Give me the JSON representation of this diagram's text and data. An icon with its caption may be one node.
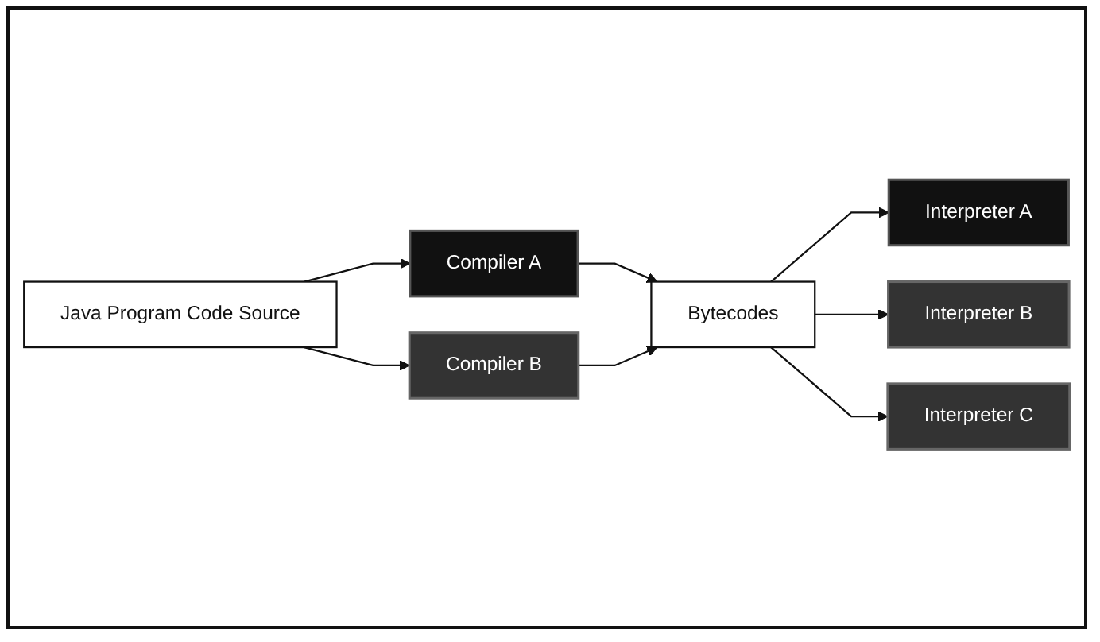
{
  "diagram": {
    "nodes": [
      {
        "text": [
          "Java Program Code Source"
        ]
      },
      {
        "text": [
          "Compiler A"
        ]
      },
      {
        "text": [
          "Compiler B"
        ]
      },
      {
        "text": [
          "Bytecodes"
        ]
      },
      {
        "text": [
          "Interpreter A"
        ]
      },
      {
        "text": [
          "Interpreter B"
        ]
      },
      {
        "text": [
          "Interpreter C"
        ]
      }
    ],
    "edges": [
      {
        "from": 0,
        "to": 1,
        "arrow": "to"
      },
      {
        "from": 0,
        "to": 2,
        "arrow": "to"
      },
      {
        "from": 1,
        "to": 3,
        "arrow": "to"
      },
      {
        "from": 2,
        "to": 3,
        "arrow": "to"
      },
      {
        "from": 3,
        "to": 4,
        "arrow": "to"
      },
      {
        "from": 3,
        "to": 5,
        "arrow": "to"
      },
      {
        "from": 3,
        "to": 6,
        "arrow": "to"
      }
    ]
  }
}
